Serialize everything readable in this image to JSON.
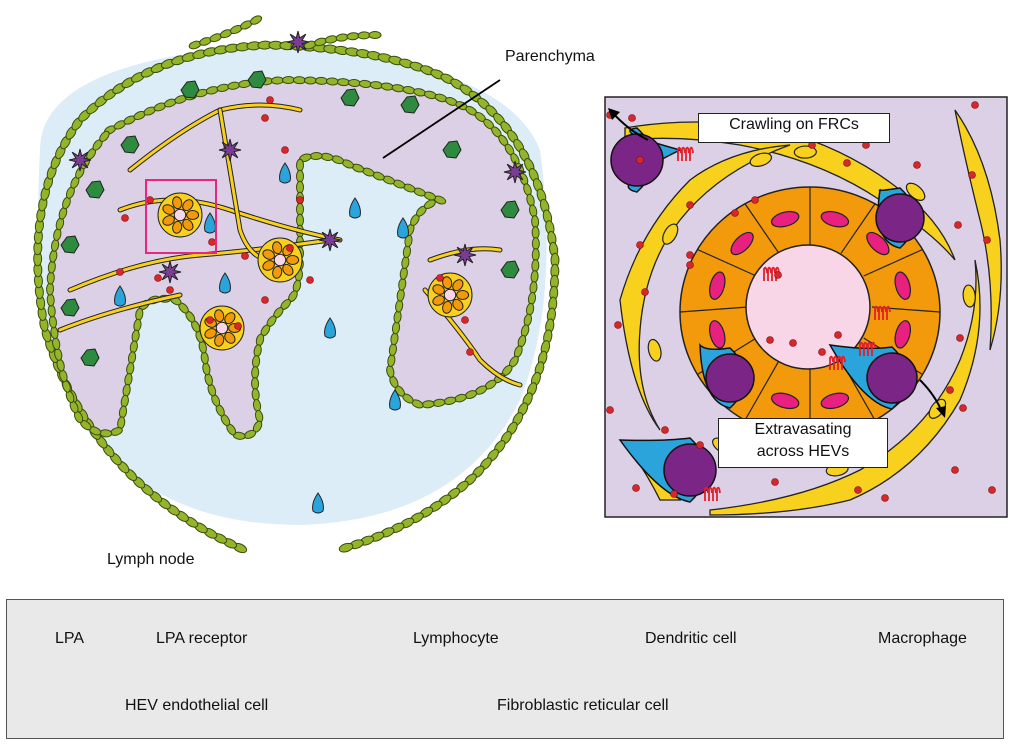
{
  "labels": {
    "parenchyma": "Parenchyma",
    "lymph_node": "Lymph node",
    "crawling": "Crawling on FRCs",
    "extravasating_line1": "Extravasating",
    "extravasating_line2": "across HEVs"
  },
  "legend": {
    "lpa": "LPA",
    "lpa_receptor": "LPA receptor",
    "lymphocyte": "Lymphocyte",
    "dendritic_cell": "Dendritic cell",
    "macrophage": "Macrophage",
    "hev_cell": "HEV endothelial cell",
    "frc": "Fibroblastic reticular cell"
  },
  "colors": {
    "lymph_fluid": "#dcedf8",
    "parenchyma": "#dcd0e6",
    "capsule_cell": "#93b529",
    "frc": "#f7d11e",
    "hev": "#f39a0c",
    "hev_nucleus": "#e8207f",
    "lymphocyte": "#2ba4dc",
    "nucleus": "#7b2586",
    "dendritic": "#7b3d93",
    "macrophage": "#2d8a3e",
    "lpa": "#d6282b",
    "receptor": "#e0202a",
    "highlight_box": "#e8267f"
  }
}
